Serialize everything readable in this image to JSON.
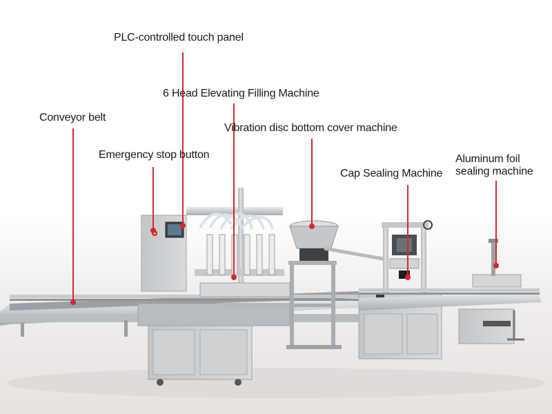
{
  "annotations": [
    {
      "id": "touch-panel",
      "text": "PLC-controlled touch panel"
    },
    {
      "id": "filling-machine",
      "text": "6 Head Elevating Filling Machine"
    },
    {
      "id": "conveyor",
      "text": "Conveyor belt"
    },
    {
      "id": "vibration-disc",
      "text": "Vibration disc bottom cover machine"
    },
    {
      "id": "emergency-stop",
      "text": "Emergency stop button"
    },
    {
      "id": "cap-sealing",
      "text": "Cap Sealing Machine"
    },
    {
      "id": "foil-sealing",
      "line1": "Aluminum foil",
      "line2": "sealing machine"
    }
  ],
  "colors": {
    "leader": "#d9262b",
    "steel": "#c9cbce",
    "steel_dark": "#9ea2a6",
    "steel_light": "#e4e6e8"
  }
}
